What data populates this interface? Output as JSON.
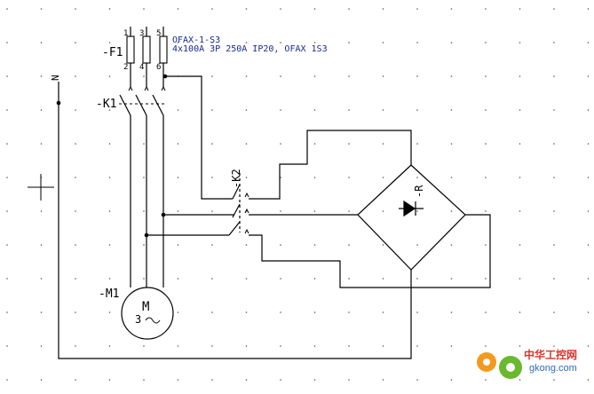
{
  "colors": {
    "background": "#ffffff",
    "wire": "#000000",
    "grid_dot": "#555555",
    "annotation": "#1a2a8c",
    "watermark_red": "#d8342a",
    "watermark_orange": "#f39a1e",
    "watermark_green": "#6ab82e",
    "watermark_blue": "#2b6cb8"
  },
  "labels": {
    "fuse_tag": "-F1",
    "fuse_type": "OFAX-1-S3",
    "fuse_desc": "4x100A 3P 250A IP20, OFAX 1S3",
    "contactor_k1": "-K1",
    "contactor_k2": "-K2",
    "neutral": "N",
    "motor_tag": "-M1",
    "motor_m": "M",
    "motor_3": "3",
    "rectifier_tag": "-R",
    "pin1": "1",
    "pin2": "2",
    "pin3": "3",
    "pin4": "4",
    "pin5": "5",
    "pin6": "6"
  },
  "watermark": {
    "name": "中华工控网",
    "url": "gkong.com"
  }
}
